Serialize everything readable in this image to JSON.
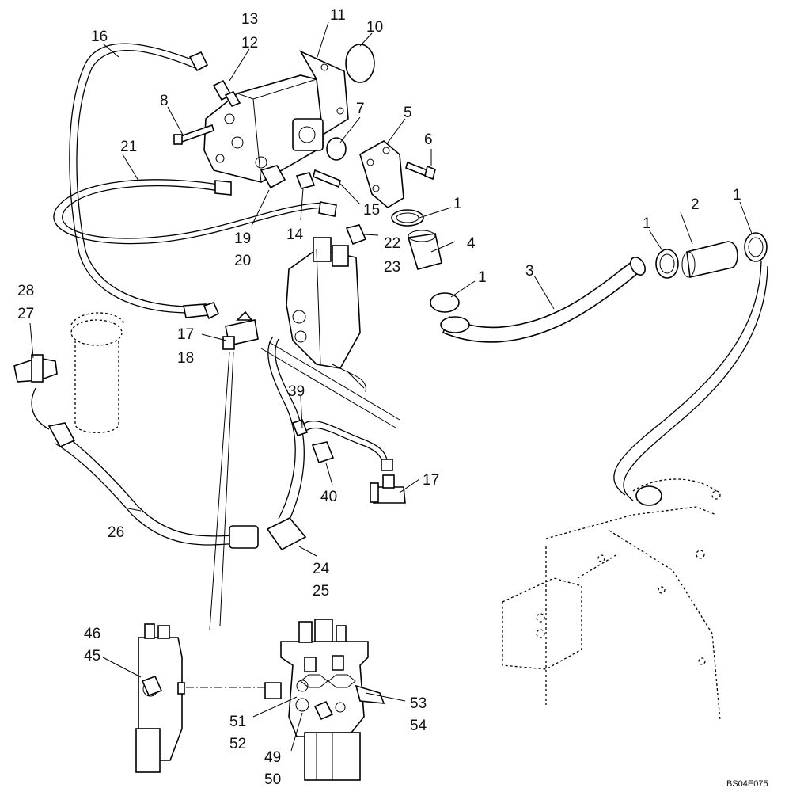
{
  "diagram": {
    "reference_code": "BS04E075",
    "callouts": [
      {
        "id": "c1a",
        "text": "1"
      },
      {
        "id": "c1b",
        "text": "1"
      },
      {
        "id": "c1c",
        "text": "1"
      },
      {
        "id": "c1d",
        "text": "1"
      },
      {
        "id": "c2",
        "text": "2"
      },
      {
        "id": "c3",
        "text": "3"
      },
      {
        "id": "c4",
        "text": "4"
      },
      {
        "id": "c5",
        "text": "5"
      },
      {
        "id": "c6",
        "text": "6"
      },
      {
        "id": "c7",
        "text": "7"
      },
      {
        "id": "c8",
        "text": "8"
      },
      {
        "id": "c10",
        "text": "10"
      },
      {
        "id": "c11",
        "text": "11"
      },
      {
        "id": "c12",
        "text": "12"
      },
      {
        "id": "c13",
        "text": "13"
      },
      {
        "id": "c14",
        "text": "14"
      },
      {
        "id": "c15",
        "text": "15"
      },
      {
        "id": "c16",
        "text": "16"
      },
      {
        "id": "c17a",
        "text": "17"
      },
      {
        "id": "c17b",
        "text": "17"
      },
      {
        "id": "c18",
        "text": "18"
      },
      {
        "id": "c19",
        "text": "19"
      },
      {
        "id": "c20",
        "text": "20"
      },
      {
        "id": "c21",
        "text": "21"
      },
      {
        "id": "c22",
        "text": "22"
      },
      {
        "id": "c23",
        "text": "23"
      },
      {
        "id": "c24",
        "text": "24"
      },
      {
        "id": "c25",
        "text": "25"
      },
      {
        "id": "c26",
        "text": "26"
      },
      {
        "id": "c27",
        "text": "27"
      },
      {
        "id": "c28",
        "text": "28"
      },
      {
        "id": "c39",
        "text": "39"
      },
      {
        "id": "c40",
        "text": "40"
      },
      {
        "id": "c45",
        "text": "45"
      },
      {
        "id": "c46",
        "text": "46"
      },
      {
        "id": "c49",
        "text": "49"
      },
      {
        "id": "c50",
        "text": "50"
      },
      {
        "id": "c51",
        "text": "51"
      },
      {
        "id": "c52",
        "text": "52"
      },
      {
        "id": "c53",
        "text": "53"
      },
      {
        "id": "c54",
        "text": "54"
      }
    ]
  }
}
